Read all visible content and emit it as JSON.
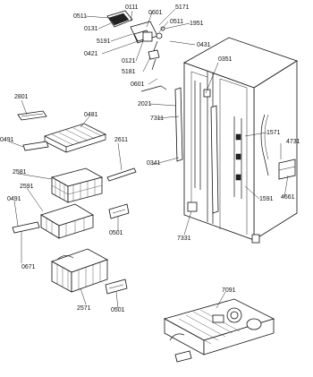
{
  "diagram": {
    "labels": {
      "p0511a": "0511",
      "p0111": "0111",
      "p0601a": "0601",
      "p5171": "5171",
      "p0511b": "0511",
      "p1951": "1951",
      "p0131": "0131",
      "p5191": "5191",
      "p0431": "0431",
      "p0421": "0421",
      "p0121": "0121",
      "p5181": "5181",
      "p0351": "0351",
      "p0601b": "0601",
      "p2801": "2801",
      "p2021": "2021",
      "p7311": "7311",
      "p0481": "0481",
      "p2611": "2611",
      "p1571": "1571",
      "p0491a": "0491",
      "p4731": "4731",
      "p0341": "0341",
      "p2581": "2581",
      "p2591": "2591",
      "p1591": "1591",
      "p4661": "4661",
      "p0491b": "0491",
      "p0501a": "0501",
      "p7331": "7331",
      "p0671": "0671",
      "p7091": "7091",
      "p2571": "2571",
      "p0501b": "0501"
    }
  }
}
